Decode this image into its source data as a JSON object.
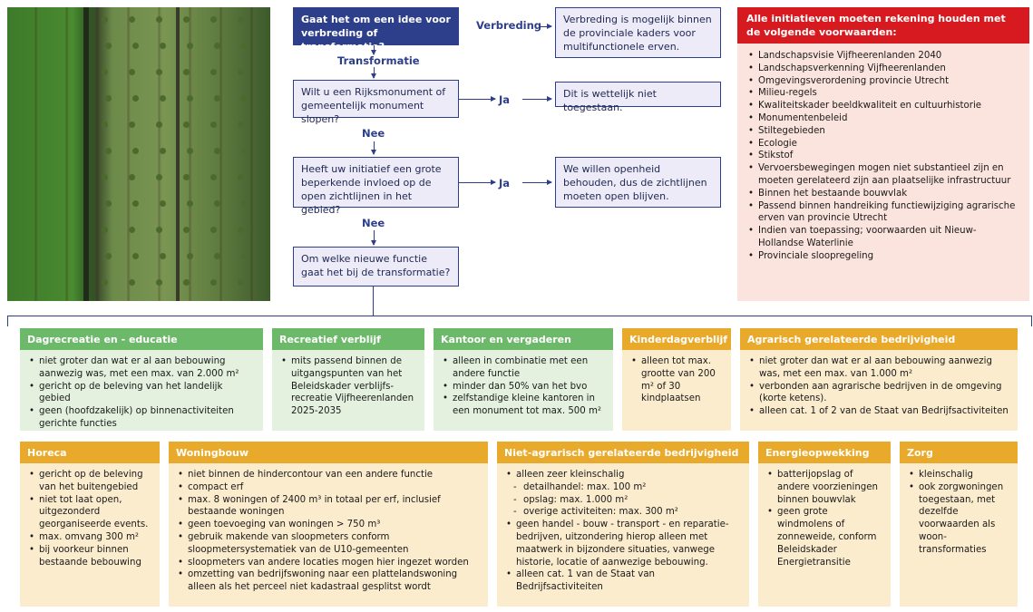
{
  "flow": {
    "q1": "Gaat het om een idee voor verbreding of transformatie?",
    "label_verbreding": "Verbreding",
    "a1": "Verbreding is mogelijk binnen de provinciale kaders voor multifunctionele erven.",
    "label_transformatie": "Transformatie",
    "q2": "Wilt u een Rijksmonument of gemeentelijk monument slopen?",
    "label_ja_1": "Ja",
    "a2": "Dit is wettelijk niet toegestaan.",
    "label_nee_1": "Nee",
    "q3": "Heeft uw initiatief een grote beperkende invloed op de open zichtlijnen in het gebied?",
    "label_ja_2": "Ja",
    "a3": "We willen openheid behouden, dus de zichtlijnen moeten open blijven.",
    "label_nee_2": "Nee",
    "q4": "Om welke nieuwe functie gaat het bij de transformatie?"
  },
  "conditions": {
    "title": "Alle initiatieven moeten rekening houden met de volgende voorwaarden:",
    "items": [
      "Landschapsvisie Vijfheerenlanden 2040",
      "Landschapsverkenning Vijfheerenlanden",
      "Omgevingsverordening provincie Utrecht",
      "Milieu-regels",
      "Kwaliteitskader beeldkwaliteit en cultuurhistorie",
      "Monumentenbeleid",
      "Stiltegebieden",
      "Ecologie",
      "Stikstof",
      "Vervoersbewegingen mogen niet substantieel zijn en moeten gerelateerd zijn aan plaatselijke infrastructuur",
      "Binnen het bestaande bouwvlak",
      "Passend binnen handreiking functiewijziging agrarische erven van provincie Utrecht",
      "Indien van toepassing; voorwaarden uit Nieuw-Hollandse Waterlinie",
      "Provinciale sloopregeling"
    ]
  },
  "cards": [
    {
      "title": "Dagrecreatie en - educatie",
      "items": [
        "niet groter dan wat er al aan bebouwing aanwezig was, met een max. van 2.000 m²",
        "gericht op de beleving van het landelijk gebied",
        "geen (hoofdzakelijk) op binnenactiviteiten gerichte functies"
      ]
    },
    {
      "title": "Recreatief verblijf",
      "items": [
        "mits passend binnen de uitgangspunten van het Beleidskader verblijfs-recreatie Vijfheerenlanden 2025-2035"
      ]
    },
    {
      "title": "Kantoor en vergaderen",
      "items": [
        "alleen in combinatie met een andere functie",
        "minder dan 50% van het bvo",
        "zelfstandige kleine kantoren in een monument tot max. 500 m²"
      ]
    },
    {
      "title": "Kinderdagverblijf",
      "items": [
        "alleen tot max. grootte van 200 m² of 30 kindplaatsen"
      ]
    },
    {
      "title": "Agrarisch gerelateerde bedrijvigheid",
      "items": [
        "niet groter dan wat er al aan bebouwing aanwezig was, met een max. van 1.000 m²",
        "verbonden aan agrarische bedrijven in de omgeving (korte ketens).",
        "alleen cat. 1 of 2 van de Staat van Bedrijfsactiviteiten"
      ]
    },
    {
      "title": "Horeca",
      "items": [
        "gericht op de beleving van het buitengebied",
        "niet tot laat open, uitgezonderd georganiseerde events.",
        "max. omvang 300 m²",
        "bij voorkeur binnen bestaande bebouwing"
      ]
    },
    {
      "title": "Woningbouw",
      "items": [
        "niet binnen de hindercontour van een andere functie",
        "compact erf",
        "max. 8 woningen of 2400 m³ in totaal per erf, inclusief bestaande woningen",
        "geen toevoeging van woningen > 750 m³",
        "gebruik makende van sloopmeters conform sloopmetersystematiek van de U10-gemeenten",
        "sloopmeters van andere locaties mogen hier ingezet worden",
        "omzetting van bedrijfswoning naar een plattelandswoning alleen als het perceel niet kadastraal gesplitst wordt"
      ]
    },
    {
      "title": "Niet-agrarisch gerelateerde bedrijvigheid",
      "items": [
        "alleen zeer kleinschalig"
      ],
      "subitems": [
        "detailhandel: max. 100 m²",
        "opslag: max. 1.000 m²",
        "overige activiteiten: max. 300 m²"
      ],
      "items2": [
        "geen handel - bouw - transport - en reparatie-bedrijven, uitzondering hierop alleen met maatwerk in bijzondere situaties, vanwege historie, locatie of aanwezige bebouwing.",
        "alleen cat. 1 van de Staat van Bedrijfsactiviteiten"
      ]
    },
    {
      "title": "Energieopwekking",
      "items": [
        "batterijopslag of andere voorzieningen binnen bouwvlak",
        "geen grote windmolens of zonneweide, conform Beleidskader Energietransitie"
      ]
    },
    {
      "title": "Zorg",
      "items": [
        "kleinschalig",
        "ook zorgwoningen toegestaan, met dezelfde voorwaarden als woon-transformaties"
      ]
    }
  ]
}
